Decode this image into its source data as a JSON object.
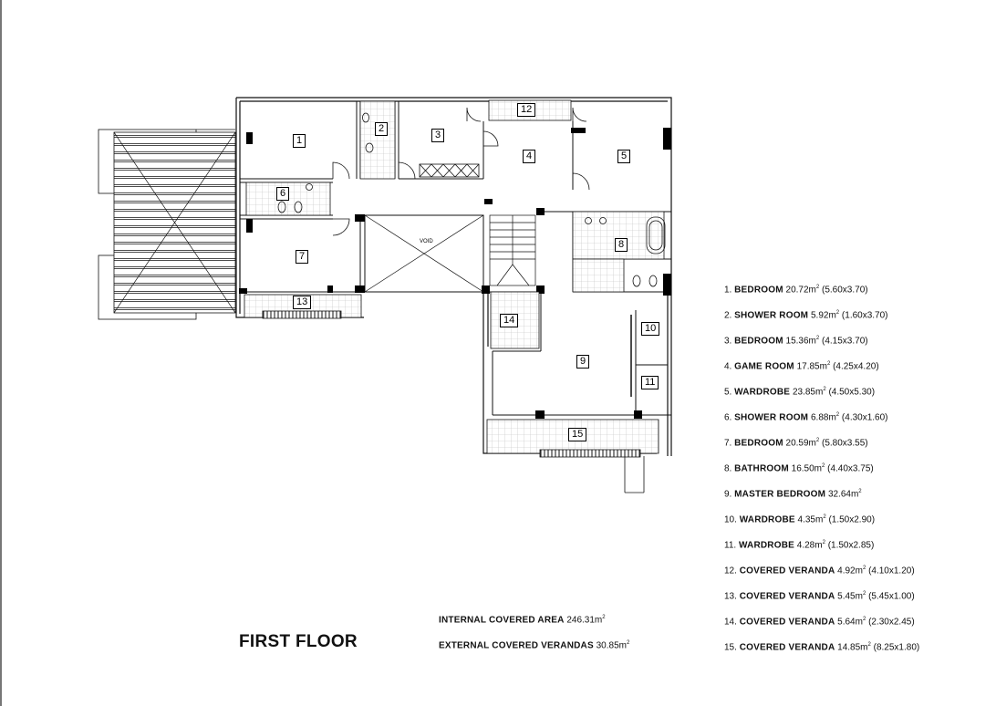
{
  "drawing": {
    "title": "FIRST FLOOR",
    "void_label": "VOID",
    "room_tags": [
      "1",
      "2",
      "3",
      "4",
      "5",
      "6",
      "7",
      "8",
      "9",
      "10",
      "11",
      "12",
      "13",
      "14",
      "15"
    ]
  },
  "areas": {
    "internal": {
      "label": "INTERNAL COVERED AREA",
      "value": "246.31m",
      "sup": "2"
    },
    "external": {
      "label": "EXTERNAL COVERED VERANDAS",
      "value": "30.85m",
      "sup": "2"
    }
  },
  "legend": [
    {
      "num": "1.",
      "name": "BEDROOM",
      "area": "20.72m",
      "sup": "2",
      "dims": "(5.60x3.70)"
    },
    {
      "num": "2.",
      "name": "SHOWER ROOM",
      "area": "5.92m",
      "sup": "2",
      "dims": "(1.60x3.70)"
    },
    {
      "num": "3.",
      "name": "BEDROOM",
      "area": "15.36m",
      "sup": "2",
      "dims": "(4.15x3.70)"
    },
    {
      "num": "4.",
      "name": "GAME ROOM",
      "area": "17.85m",
      "sup": "2",
      "dims": "(4.25x4.20)"
    },
    {
      "num": "5.",
      "name": "WARDROBE",
      "area": "23.85m",
      "sup": "2",
      "dims": "(4.50x5.30)"
    },
    {
      "num": "6.",
      "name": "SHOWER ROOM",
      "area": "6.88m",
      "sup": "2",
      "dims": "(4.30x1.60)"
    },
    {
      "num": "7.",
      "name": "BEDROOM",
      "area": "20.59m",
      "sup": "2",
      "dims": "(5.80x3.55)"
    },
    {
      "num": "8.",
      "name": "BATHROOM",
      "area": "16.50m",
      "sup": "2",
      "dims": "(4.40x3.75)"
    },
    {
      "num": "9.",
      "name": "MASTER BEDROOM",
      "area": "32.64m",
      "sup": "2",
      "dims": ""
    },
    {
      "num": "10.",
      "name": "WARDROBE",
      "area": "4.35m",
      "sup": "2",
      "dims": "(1.50x2.90)"
    },
    {
      "num": "11.",
      "name": "WARDROBE",
      "area": "4.28m",
      "sup": "2",
      "dims": "(1.50x2.85)"
    },
    {
      "num": "12.",
      "name": "COVERED VERANDA",
      "area": "4.92m",
      "sup": "2",
      "dims": "(4.10x1.20)"
    },
    {
      "num": "13.",
      "name": "COVERED VERANDA",
      "area": "5.45m",
      "sup": "2",
      "dims": "(5.45x1.00)"
    },
    {
      "num": "14.",
      "name": "COVERED VERANDA",
      "area": "5.64m",
      "sup": "2",
      "dims": "(2.30x2.45)"
    },
    {
      "num": "15.",
      "name": "COVERED VERANDA",
      "area": "14.85m",
      "sup": "2",
      "dims": "(8.25x1.80)"
    }
  ],
  "colors": {
    "line": "#111111",
    "wall": "#000000",
    "tile": "#bdbdbd",
    "background": "#ffffff"
  }
}
